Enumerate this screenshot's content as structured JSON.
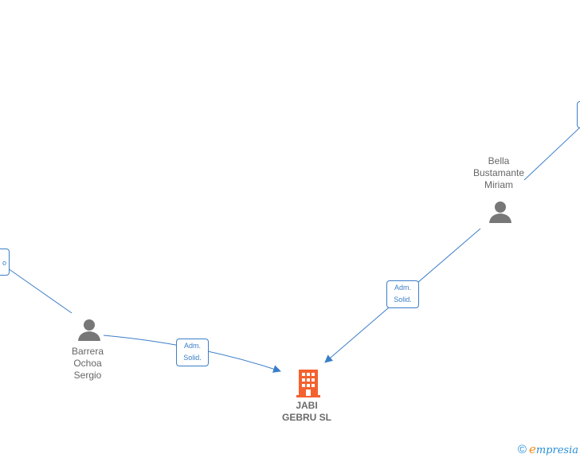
{
  "nodes": {
    "company": {
      "name": "JABI\nGEBRU  SL"
    },
    "person_left": {
      "name": "Barrera\nOchoa\nSergio"
    },
    "person_right": {
      "name": "Bella\nBustamante\nMiriam"
    }
  },
  "edges": {
    "left_to_company": {
      "line1": "Adm.",
      "line2": "Solid."
    },
    "right_to_company": {
      "line1": "Adm.",
      "line2": "Solid."
    },
    "offscreen_left": {
      "fragment": "o"
    }
  },
  "footer": {
    "copyright": "©",
    "brand_initial": "e",
    "brand_rest": "mpresia"
  },
  "colors": {
    "edge": "#3b7ec8",
    "person": "#777777",
    "company": "#f4612f",
    "brand": "#2a8ed6",
    "brand_accent": "#f28a1c"
  }
}
